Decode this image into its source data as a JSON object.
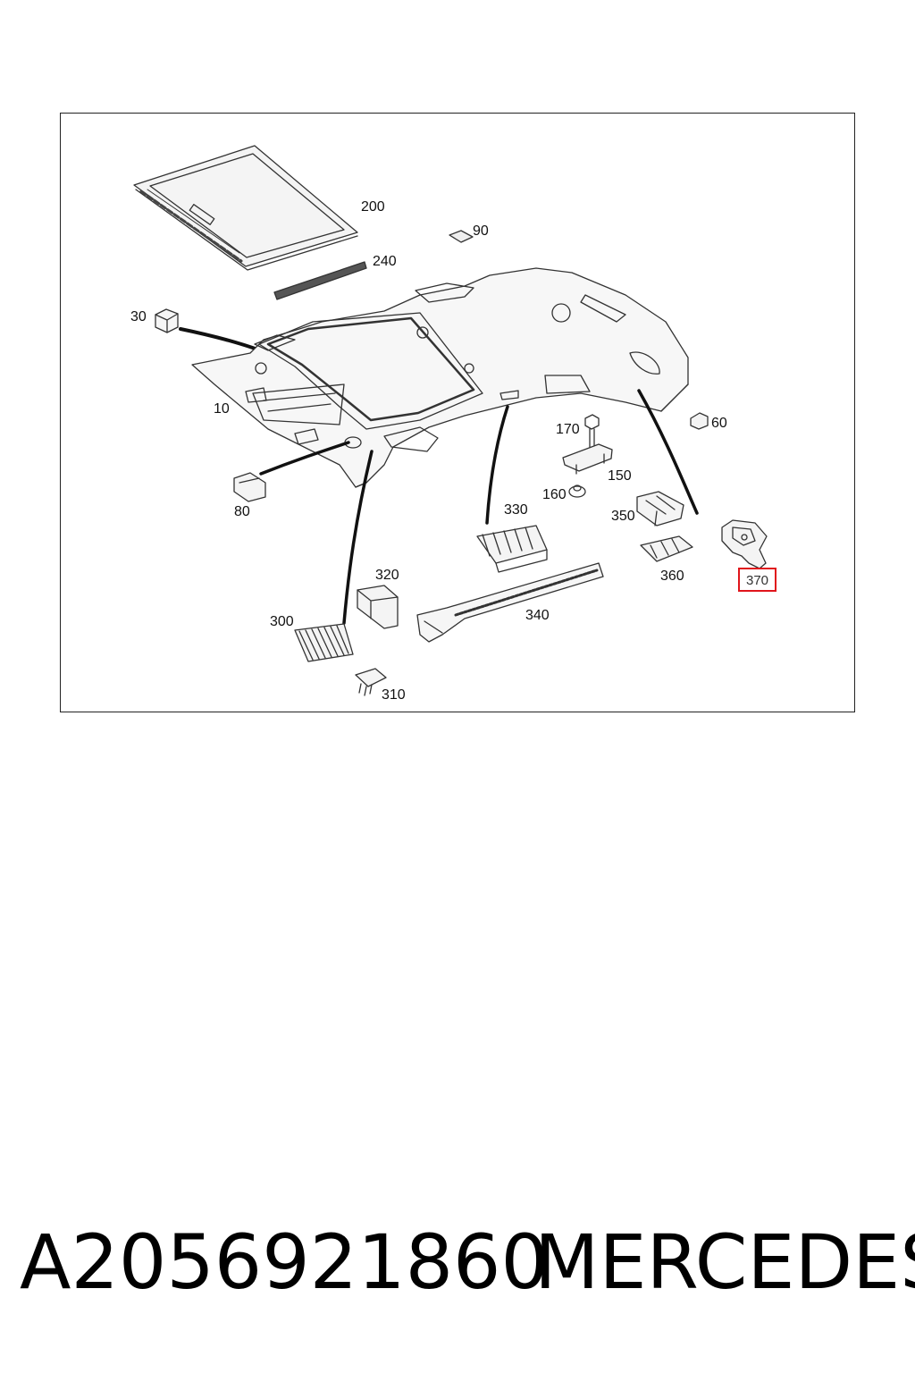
{
  "diagram": {
    "callouts": [
      {
        "id": "c200",
        "label": "200"
      },
      {
        "id": "c90",
        "label": "90"
      },
      {
        "id": "c240",
        "label": "240"
      },
      {
        "id": "c30",
        "label": "30"
      },
      {
        "id": "c10",
        "label": "10"
      },
      {
        "id": "c60",
        "label": "60"
      },
      {
        "id": "c170",
        "label": "170"
      },
      {
        "id": "c150",
        "label": "150"
      },
      {
        "id": "c160",
        "label": "160"
      },
      {
        "id": "c80",
        "label": "80"
      },
      {
        "id": "c330",
        "label": "330"
      },
      {
        "id": "c350",
        "label": "350"
      },
      {
        "id": "c320",
        "label": "320"
      },
      {
        "id": "c360",
        "label": "360"
      },
      {
        "id": "c370",
        "label": "370",
        "highlighted": true
      },
      {
        "id": "c300",
        "label": "300"
      },
      {
        "id": "c340",
        "label": "340"
      },
      {
        "id": "c310",
        "label": "310"
      }
    ],
    "highlight_color": "#e0151b"
  },
  "footer": {
    "part_number": "A2056921860",
    "brand": "MERCEDES"
  }
}
